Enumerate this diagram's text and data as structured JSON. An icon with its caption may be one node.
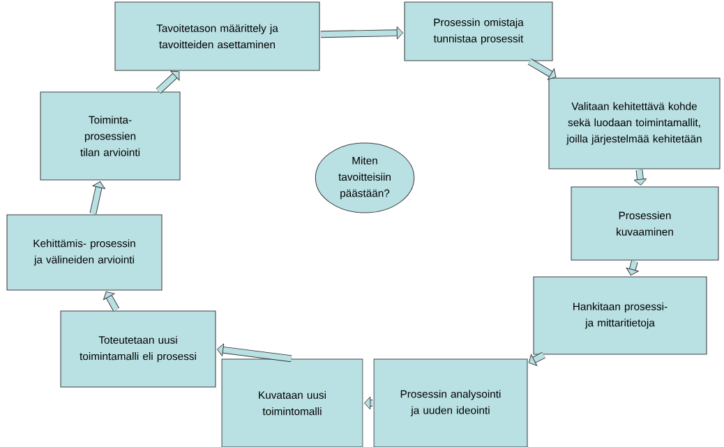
{
  "diagram": {
    "nodes": [
      {
        "text": [
          "Tavoitetason määrittely ja tavoitteiden asettaminen"
        ]
      },
      {
        "text": [
          "Prosessin omistaja tunnistaa prosessit"
        ]
      },
      {
        "text": [
          "Valitaan kehitettävä kohde sekä luodaan toimintamallit, joilla järjestelmää kehitetään"
        ]
      },
      {
        "text": [
          "Prosessien kuvaaminen"
        ]
      },
      {
        "text": [
          "Hankitaan prosessi- ja mittaritietoja"
        ]
      },
      {
        "text": [
          "Prosessin analysointi ja uuden ideointi"
        ]
      },
      {
        "text": [
          "Kuvataan uusi toimintomalli"
        ]
      },
      {
        "text": [
          "Toteutetaan uusi toimintamalli eli prosessi"
        ]
      },
      {
        "text": [
          "Kehittämis- prosessin ja välineiden arviointi"
        ]
      },
      {
        "text": [
          "Toiminta- prosessien tilan arviointi"
        ]
      },
      {
        "text": [
          "Miten tavoitteisiin päästään?"
        ]
      }
    ],
    "edges": [
      {
        "from": 0,
        "to": 1,
        "arrow": "to"
      },
      {
        "from": 1,
        "to": 2,
        "arrow": "to"
      },
      {
        "from": 2,
        "to": 3,
        "arrow": "to"
      },
      {
        "from": 3,
        "to": 4,
        "arrow": "to"
      },
      {
        "from": 4,
        "to": 5,
        "arrow": "to"
      },
      {
        "from": 5,
        "to": 6,
        "arrow": "to"
      },
      {
        "from": 6,
        "to": 7,
        "arrow": "to"
      },
      {
        "from": 7,
        "to": 8,
        "arrow": "to"
      },
      {
        "from": 8,
        "to": 9,
        "arrow": "to"
      },
      {
        "from": 9,
        "to": 0,
        "arrow": "to"
      }
    ]
  }
}
